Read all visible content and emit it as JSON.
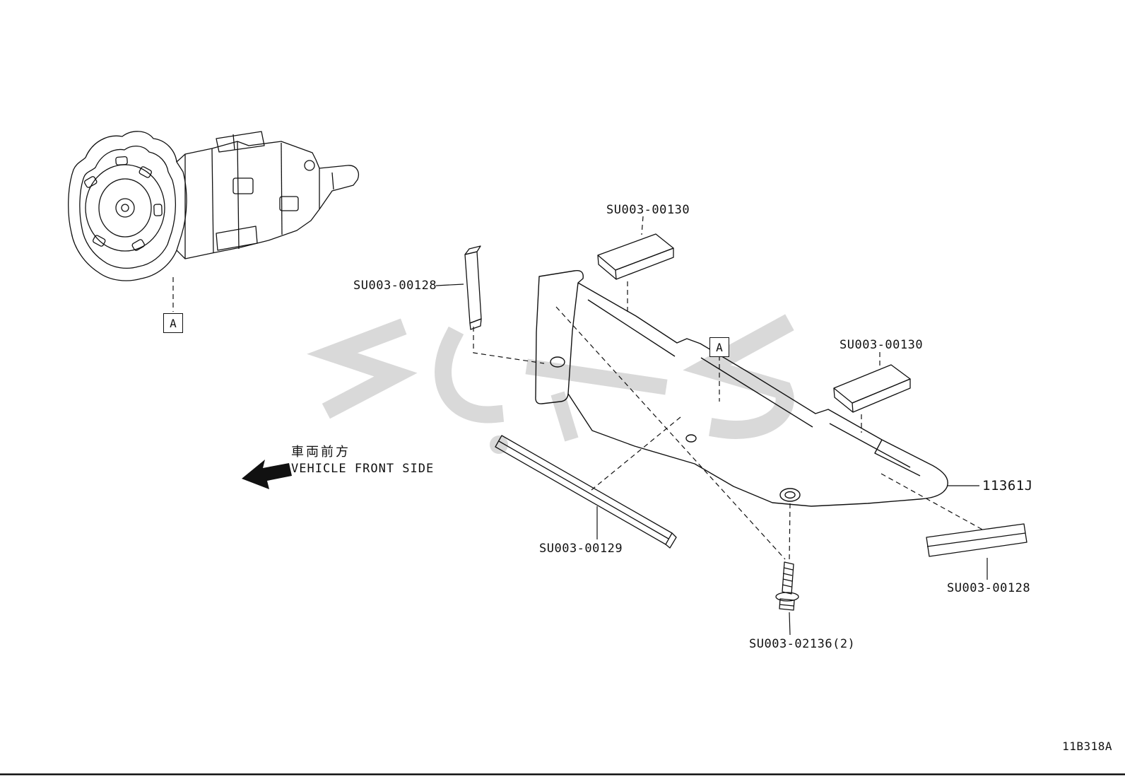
{
  "colors": {
    "line": "#111111",
    "background": "#ffffff",
    "watermark": "#d9d9d9"
  },
  "diagram": {
    "code": "11B318A",
    "front_side_jp": "車両前方",
    "front_side_en": "VEHICLE FRONT SIDE",
    "callout_a": "A"
  },
  "parts": {
    "su003_00130_top": "SU003-00130",
    "su003_00130_right": "SU003-00130",
    "su003_00128_left": "SU003-00128",
    "su003_00128_right": "SU003-00128",
    "su003_00129": "SU003-00129",
    "su003_02136": "SU003-02136(2)",
    "cover_11361j": "11361J"
  }
}
